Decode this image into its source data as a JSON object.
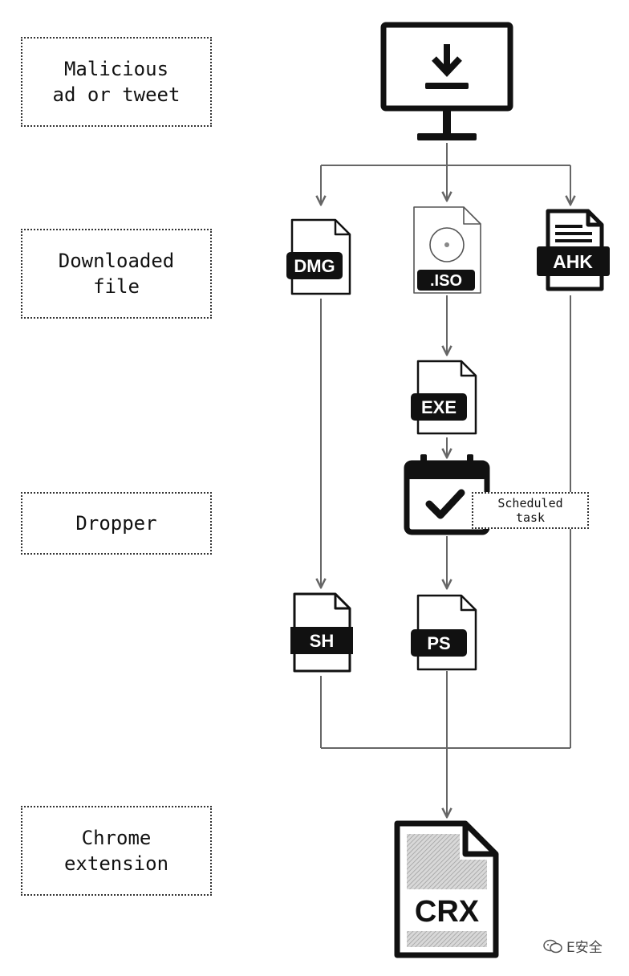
{
  "stages": [
    {
      "id": "malicious",
      "label": "Malicious\nad or tweet"
    },
    {
      "id": "downloaded",
      "label": "Downloaded\nfile"
    },
    {
      "id": "dropper",
      "label": "Dropper"
    },
    {
      "id": "extension",
      "label": "Chrome\nextension"
    }
  ],
  "files": {
    "dmg": "DMG",
    "iso": ".ISO",
    "ahk": "AHK",
    "exe": "EXE",
    "sh": "SH",
    "ps": "PS",
    "crx": "CRX"
  },
  "scheduled_task": {
    "label": "Scheduled\ntask"
  },
  "watermark": {
    "text": "E安全"
  }
}
